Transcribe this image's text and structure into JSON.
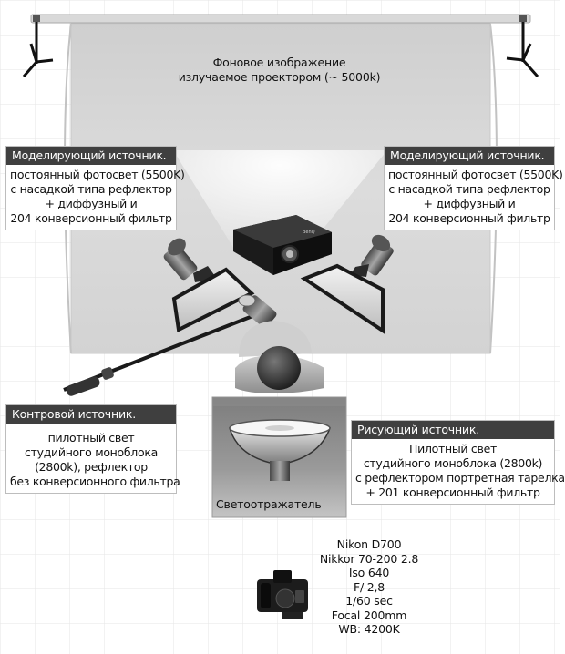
{
  "background_label": {
    "lines": [
      "Фоновое изображение",
      "излучаемое проектором (~ 5000k)"
    ]
  },
  "boxes": {
    "modeling_left": {
      "title": "Моделирующий источник.",
      "lines": [
        "постоянный фотосвет (5500K)",
        "с насадкой типа рефлектор",
        "+ диффузный и",
        "204 конверсионный фильтр"
      ]
    },
    "modeling_right": {
      "title": "Моделирующий источник.",
      "lines": [
        "постоянный фотосвет (5500K)",
        "с насадкой типа рефлектор",
        "+ диффузный и",
        "204 конверсионный фильтр"
      ]
    },
    "rim": {
      "title": "Контровой источник.",
      "lines": [
        "пилотный свет",
        "студийного моноблока",
        "(2800k), рефлектор",
        "без конверсионного фильтра"
      ]
    },
    "key": {
      "title": "Рисующий источник.",
      "lines": [
        "Пилотный свет",
        "студийного моноблока (2800k)",
        "с рефлектором портретная тарелка",
        "+ 201 конверсионный фильтр"
      ]
    }
  },
  "reflector_label": "Светоотражатель",
  "camera_settings": [
    "Nikon D700",
    "Nikkor 70-200 2.8",
    "Iso 640",
    "F/ 2,8",
    "1/60 sec",
    "Focal 200mm",
    "WB: 4200K"
  ],
  "projector_brand": "BenQ",
  "icons": {
    "projector": "projector-icon",
    "camera": "camera-icon",
    "model": "person-icon",
    "lights": "studio-light-icon",
    "beauty_dish": "beauty-dish-icon",
    "stand": "light-stand-icon"
  },
  "colors": {
    "box_header": "#3f3f3f",
    "backdrop": "#d8d8d8",
    "grid": "#e6e6e6"
  }
}
